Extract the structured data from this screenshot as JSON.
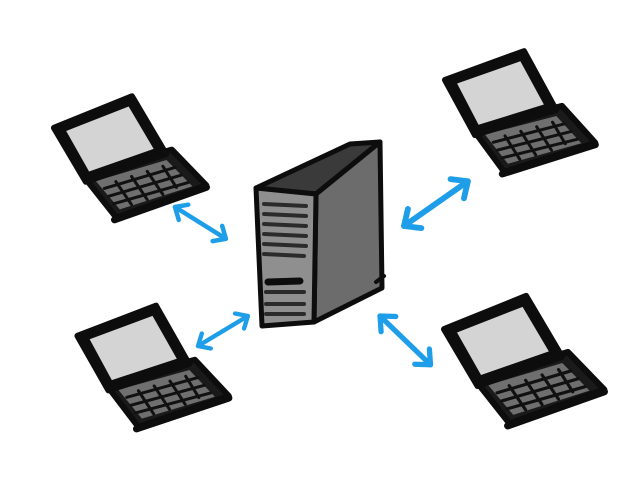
{
  "diagram": {
    "type": "network-topology",
    "hub": {
      "kind": "server",
      "icon": "server-tower-icon"
    },
    "clients": [
      {
        "kind": "laptop",
        "icon": "laptop-icon",
        "position": "top-left"
      },
      {
        "kind": "laptop",
        "icon": "laptop-icon",
        "position": "top-right"
      },
      {
        "kind": "laptop",
        "icon": "laptop-icon",
        "position": "bottom-left"
      },
      {
        "kind": "laptop",
        "icon": "laptop-icon",
        "position": "bottom-right"
      }
    ],
    "connections": [
      {
        "from": "server",
        "to": "laptop-top-left",
        "direction": "bidirectional"
      },
      {
        "from": "server",
        "to": "laptop-top-right",
        "direction": "bidirectional"
      },
      {
        "from": "server",
        "to": "laptop-bottom-left",
        "direction": "bidirectional"
      },
      {
        "from": "server",
        "to": "laptop-bottom-right",
        "direction": "bidirectional"
      }
    ],
    "colors": {
      "background": "#ffffff",
      "outline": "#0d0d0d",
      "screen": "#d4d4d4",
      "body": "#5e5e5e",
      "keyboard": "#6f6f6f",
      "server_front": "#8f8f8f",
      "server_side": "#6c6c6c",
      "server_top": "#3a3a3a",
      "arrow": "#1e9ee8"
    }
  }
}
